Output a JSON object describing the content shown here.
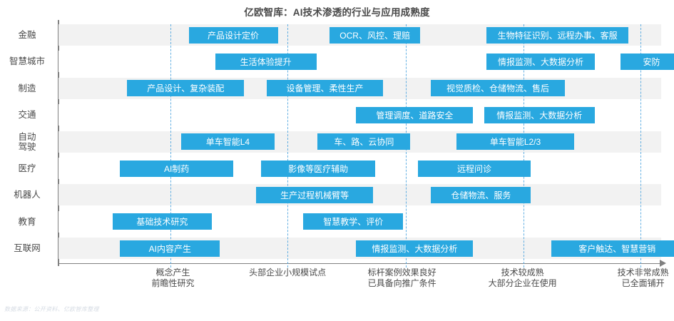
{
  "chart_data": {
    "type": "bar",
    "title": "亿欧智库：AI技术渗透的行业与应用成熟度",
    "xlabel": "",
    "ylabel": "",
    "grid": true,
    "legend_position": "none",
    "colors": {
      "bar": "#29a8e0",
      "band_shaded": "#f2f2f2",
      "band_plain": "#ffffff",
      "gridline": "#4aa3df",
      "axis": "#808080",
      "text": "#4a4a4a",
      "bar_text": "#ffffff",
      "footer": "#d6dce4"
    },
    "xlim": [
      0,
      5
    ],
    "x_tick_labels": [
      {
        "value": 0.95,
        "lines": [
          "概念产生",
          "前瞻性研究"
        ]
      },
      {
        "value": 1.9,
        "lines": [
          "头部企业小规模试点"
        ]
      },
      {
        "value": 2.85,
        "lines": [
          "标杆案例效果良好",
          "已具备向推广条件"
        ]
      },
      {
        "value": 3.85,
        "lines": [
          "技术较成熟",
          "大部分企业在使用"
        ]
      },
      {
        "value": 4.85,
        "lines": [
          "技术非常成熟",
          "已全面铺开"
        ]
      }
    ],
    "gridline_values": [
      0.93,
      1.9,
      2.88,
      3.86,
      4.83
    ],
    "categories": [
      {
        "label_lines": [
          "金融"
        ],
        "band": "shaded"
      },
      {
        "label_lines": [
          "智慧城市"
        ],
        "band": "plain"
      },
      {
        "label_lines": [
          "制造"
        ],
        "band": "shaded"
      },
      {
        "label_lines": [
          "交通"
        ],
        "band": "plain"
      },
      {
        "label_lines": [
          "自动",
          "驾驶"
        ],
        "band": "shaded"
      },
      {
        "label_lines": [
          "医疗"
        ],
        "band": "plain"
      },
      {
        "label_lines": [
          "机器人"
        ],
        "band": "shaded"
      },
      {
        "label_lines": [
          "教育"
        ],
        "band": "plain"
      },
      {
        "label_lines": [
          "互联网"
        ],
        "band": "shaded"
      }
    ],
    "bars": [
      {
        "row": 0,
        "start": 1.08,
        "end": 1.82,
        "label": "产品设计定价"
      },
      {
        "row": 0,
        "start": 2.25,
        "end": 3.0,
        "label": "OCR、风控、理赔"
      },
      {
        "row": 0,
        "start": 3.55,
        "end": 4.73,
        "label": "生物特征识别、远程办事、客服"
      },
      {
        "row": 1,
        "start": 1.3,
        "end": 2.14,
        "label": "生活体验提升"
      },
      {
        "row": 1,
        "start": 3.55,
        "end": 4.45,
        "label": "情报监测、大数据分析"
      },
      {
        "row": 1,
        "start": 4.66,
        "end": 5.18,
        "label": "安防"
      },
      {
        "row": 2,
        "start": 0.57,
        "end": 1.54,
        "label": "产品设计、复杂装配"
      },
      {
        "row": 2,
        "start": 1.73,
        "end": 2.69,
        "label": "设备管理、柔性生产"
      },
      {
        "row": 2,
        "start": 3.09,
        "end": 4.2,
        "label": "视觉质检、仓储物流、售后"
      },
      {
        "row": 3,
        "start": 2.47,
        "end": 3.44,
        "label": "管理调度、道路安全"
      },
      {
        "row": 3,
        "start": 3.53,
        "end": 4.45,
        "label": "情报监测、大数据分析"
      },
      {
        "row": 4,
        "start": 1.02,
        "end": 1.79,
        "label": "单车智能L4"
      },
      {
        "row": 4,
        "start": 2.15,
        "end": 2.92,
        "label": "车、路、云协同"
      },
      {
        "row": 4,
        "start": 3.3,
        "end": 4.28,
        "label": "单车智能L2/3"
      },
      {
        "row": 5,
        "start": 0.51,
        "end": 1.45,
        "label": "AI制药"
      },
      {
        "row": 5,
        "start": 1.68,
        "end": 2.63,
        "label": "影像等医疗辅助"
      },
      {
        "row": 5,
        "start": 2.98,
        "end": 3.92,
        "label": "远程问诊"
      },
      {
        "row": 6,
        "start": 1.64,
        "end": 2.61,
        "label": "生产过程机械臂等"
      },
      {
        "row": 6,
        "start": 3.09,
        "end": 3.92,
        "label": "仓储物流、服务"
      },
      {
        "row": 7,
        "start": 0.45,
        "end": 1.27,
        "label": "基础技术研究"
      },
      {
        "row": 7,
        "start": 2.03,
        "end": 2.86,
        "label": "智慧教学、评价"
      },
      {
        "row": 8,
        "start": 0.51,
        "end": 1.34,
        "label": "AI内容产生"
      },
      {
        "row": 8,
        "start": 2.47,
        "end": 3.44,
        "label": "情报监测、大数据分析"
      },
      {
        "row": 8,
        "start": 4.09,
        "end": 5.18,
        "label": "客户触达、智慧营销"
      }
    ]
  },
  "footer": {
    "source_note": "数据来源：公开资料、亿欧智库整理"
  }
}
